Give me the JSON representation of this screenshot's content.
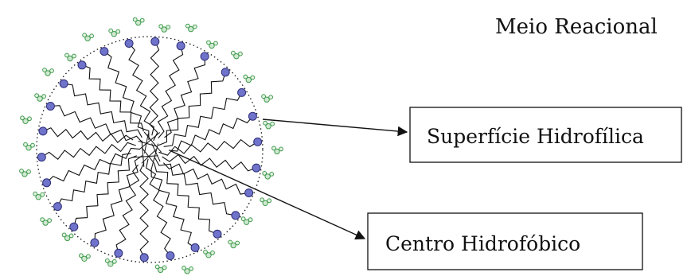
{
  "labels": {
    "medium": "Meio Reacional",
    "surface": "Superfície Hidrofílica",
    "core": "Centro Hidrofóbico"
  },
  "colors": {
    "head": "#6f73c9",
    "head_stroke": "#2e2f7a",
    "water": "#3f9a4a",
    "line": "#111111"
  },
  "diagram": {
    "surfactant_count": 26,
    "water_cluster_count": 30
  }
}
